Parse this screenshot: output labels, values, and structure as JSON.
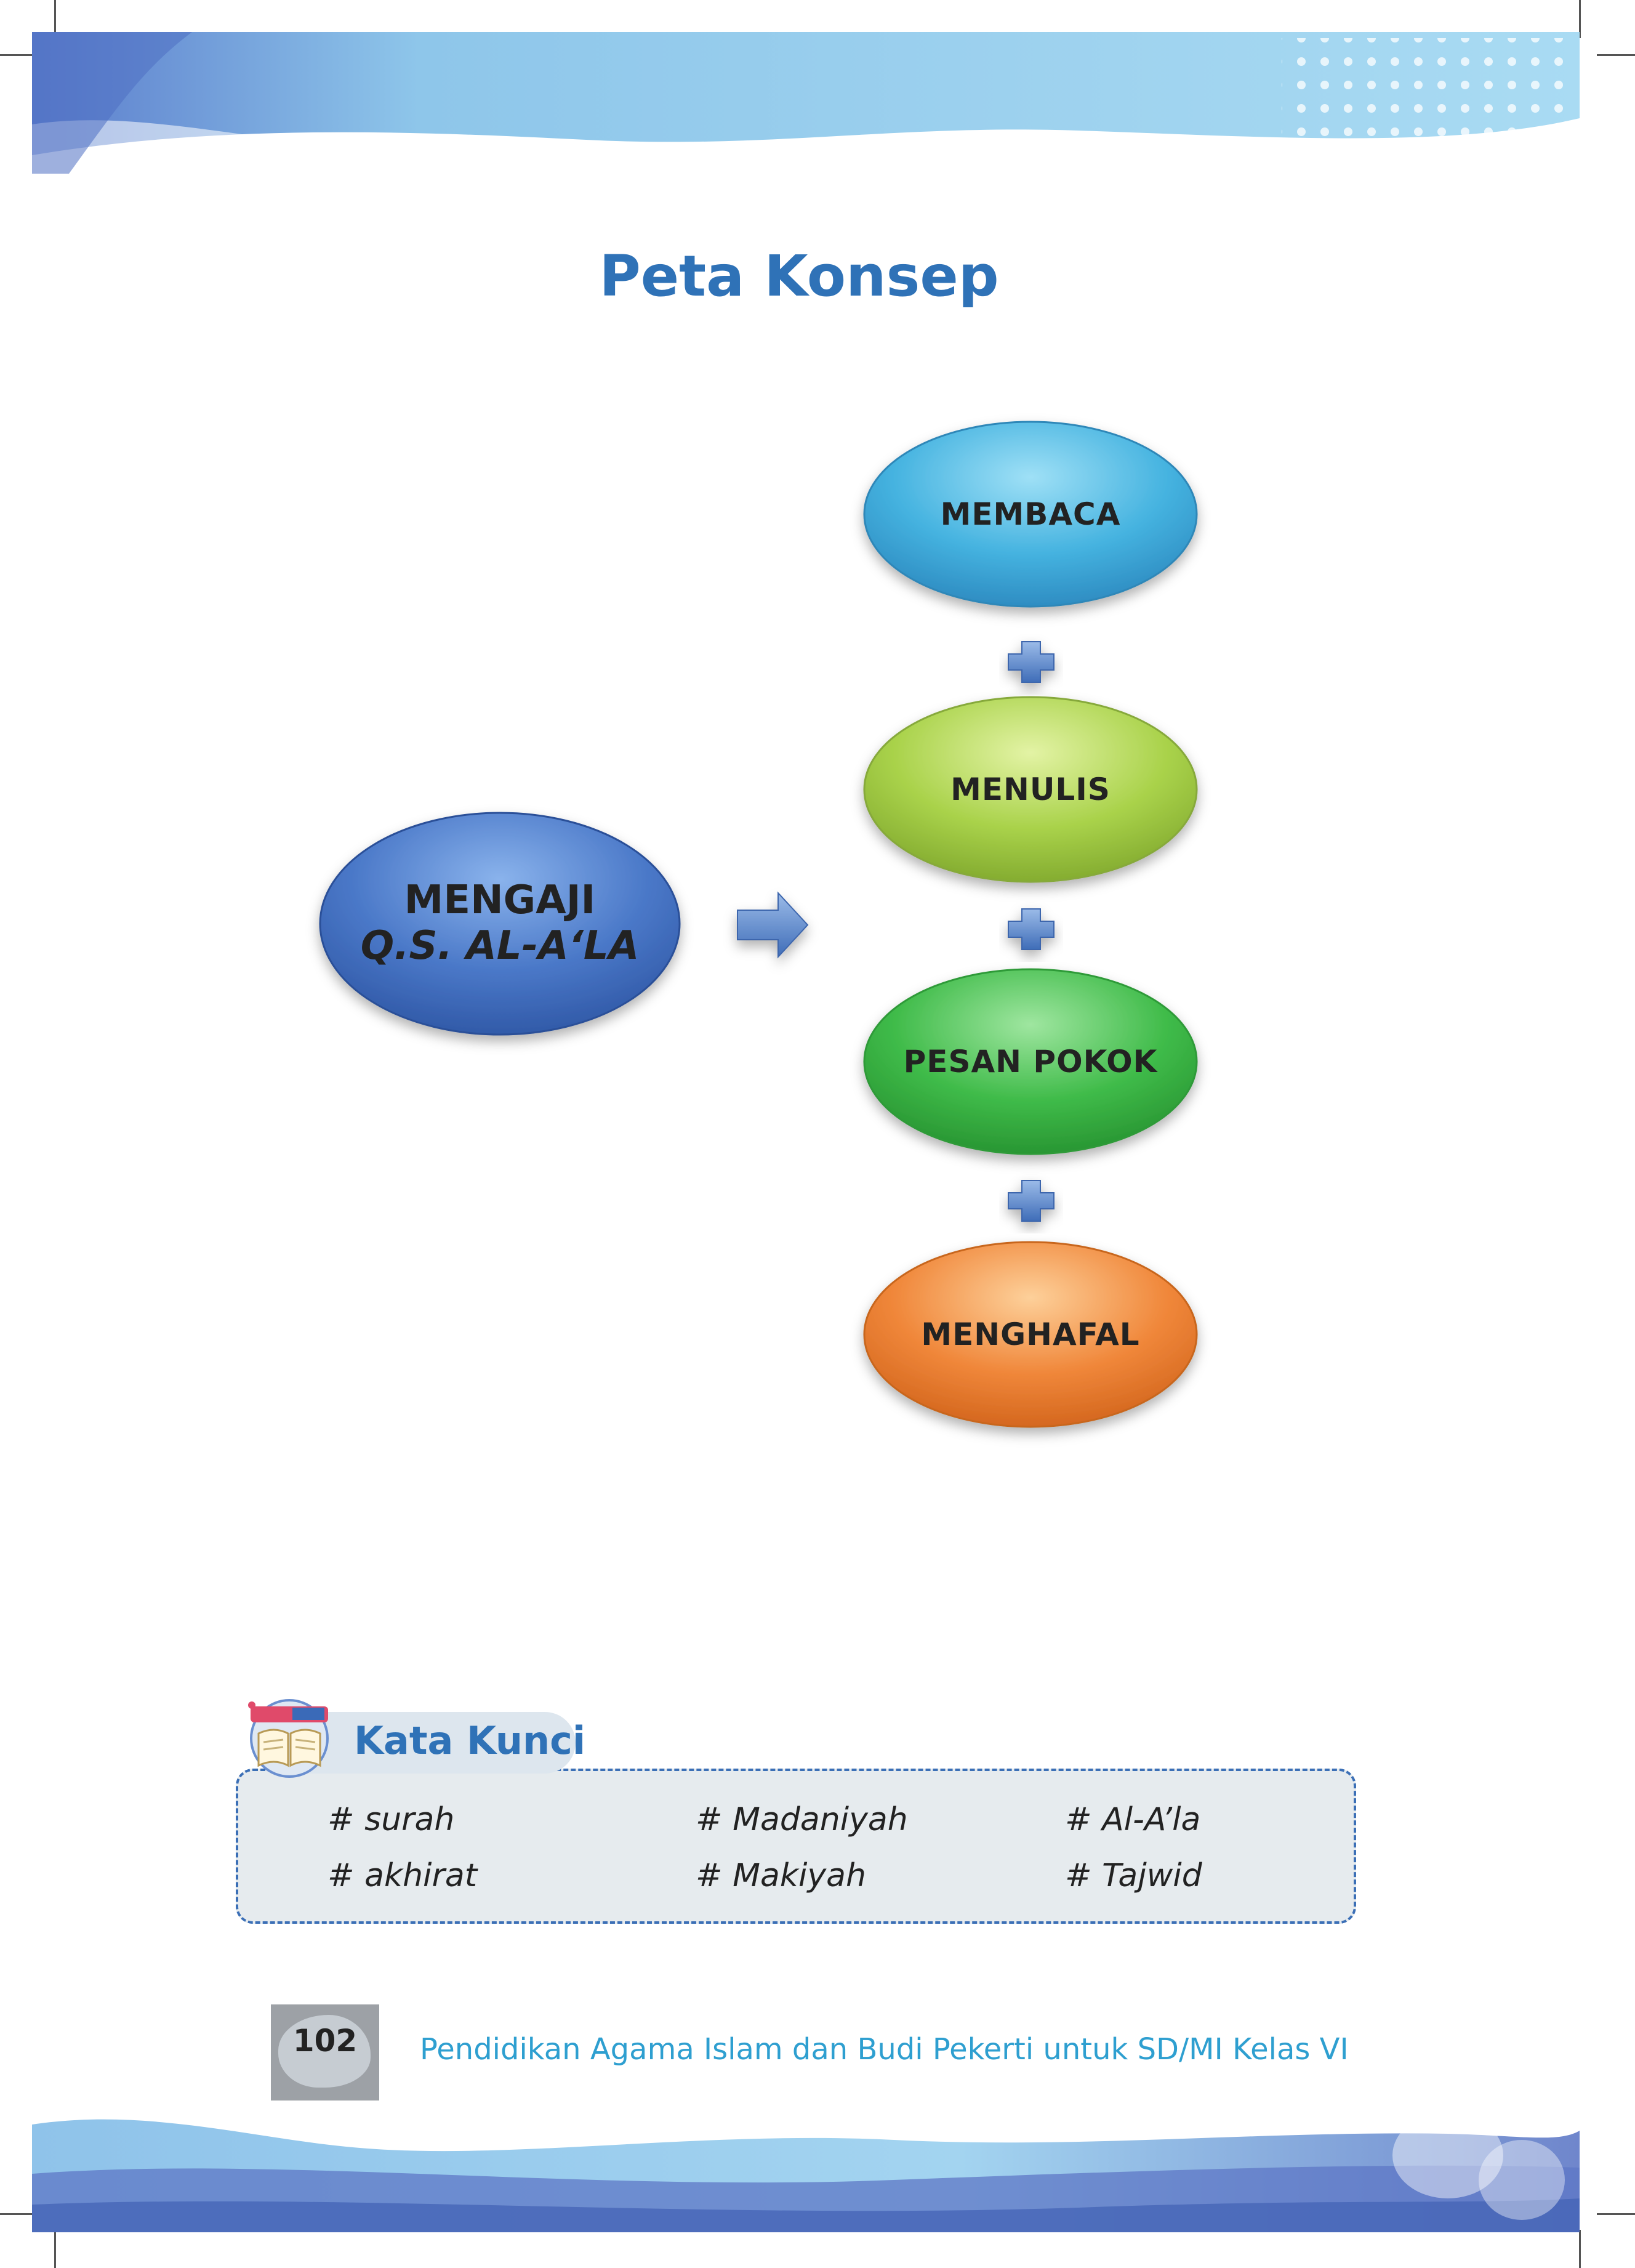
{
  "title": "Peta Konsep",
  "diagram": {
    "main_node": {
      "line1": "MENGAJI",
      "line2": "Q.S. AL-A‘LA",
      "color": "#4a78c8"
    },
    "arrow_icon": "right-arrow-icon",
    "plus_icon": "plus-icon",
    "steps": [
      {
        "label": "MEMBACA",
        "color": "#45b3e0"
      },
      {
        "label": "MENULIS",
        "color": "#a9d24a"
      },
      {
        "label": "PESAN POKOK",
        "color": "#3fbb49"
      },
      {
        "label": "MENGHAFAL",
        "color": "#f0873a"
      }
    ]
  },
  "keywords": {
    "heading": "Kata Kunci",
    "icon": "book-icon",
    "columns": [
      [
        "# surah",
        "# akhirat"
      ],
      [
        "# Madaniyah",
        "# Makiyah"
      ],
      [
        "# Al-A’la",
        "# Tajwid"
      ]
    ]
  },
  "footer": {
    "page_number": "102",
    "text": "Pendidikan Agama Islam dan Budi Pekerti untuk SD/MI Kelas VI"
  },
  "colors": {
    "title": "#2f72b7",
    "footer_text": "#2e9fd0",
    "keyword_border": "#3b6fb6"
  }
}
